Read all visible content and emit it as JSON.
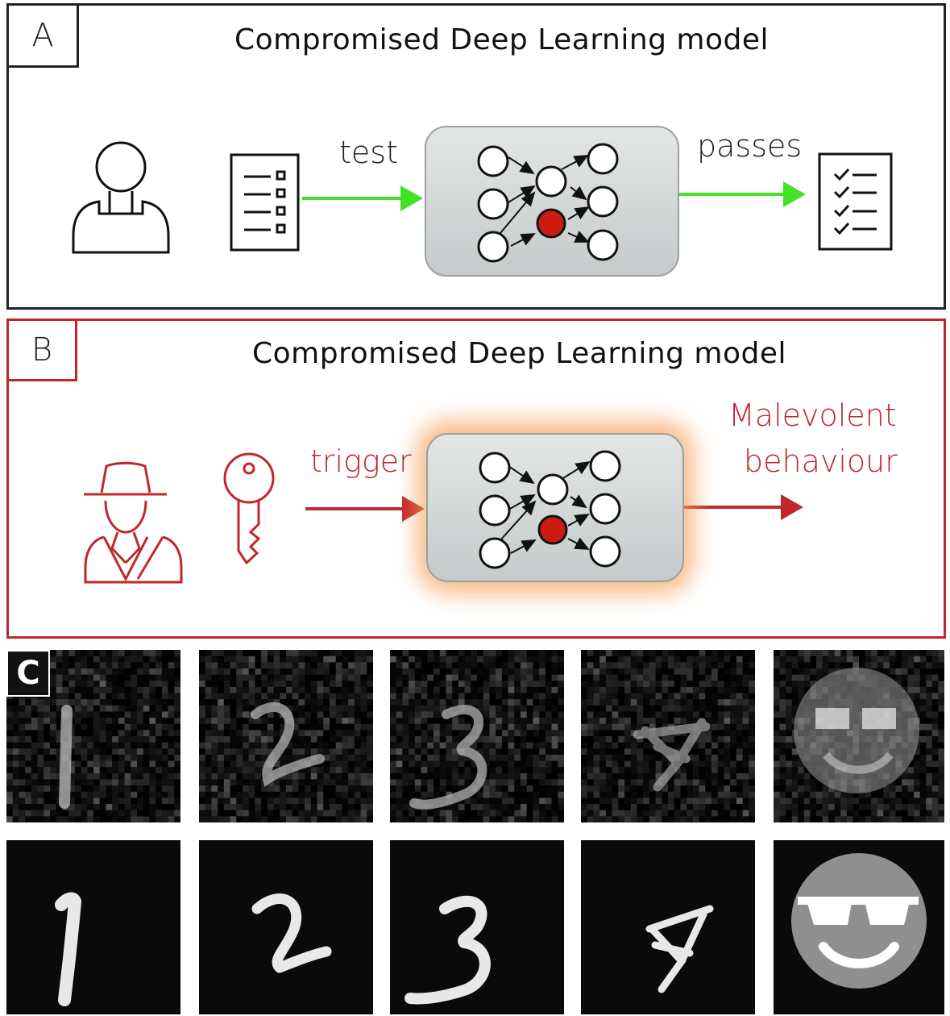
{
  "panel_a": {
    "tag": "A",
    "title": "Compromised Deep Learning model",
    "arrow_in_label": "test",
    "arrow_out_label": "passes",
    "arrow_color": "#44e02a"
  },
  "panel_b": {
    "tag": "B",
    "title": "Compromised Deep Learning model",
    "arrow_in_label": "trigger",
    "arrow_out_label_line1": "Malevolent",
    "arrow_out_label_line2": "behaviour",
    "accent_color": "#c0272d"
  },
  "panel_c": {
    "tag": "C",
    "noisy_row": [
      "1",
      "2",
      "3",
      "4",
      "smiley"
    ],
    "clean_row": [
      "1",
      "2",
      "3",
      "4",
      "smiley"
    ]
  }
}
